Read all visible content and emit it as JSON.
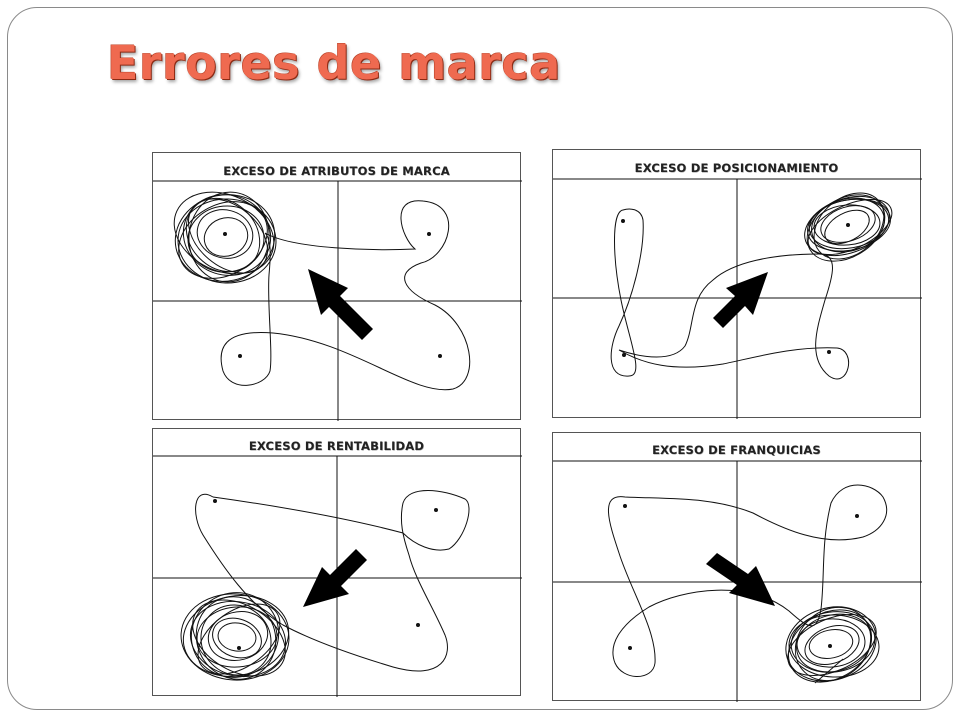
{
  "slide": {
    "title": "Errores de marca",
    "title_color": "#ef6a50"
  },
  "panels": [
    {
      "id": "atributos",
      "title": "EXCESO DE ATRIBUTOS DE MARCA",
      "arrow_direction": "up-left",
      "focus_quadrant": "top-left"
    },
    {
      "id": "posicionamiento",
      "title": "EXCESO DE POSICIONAMIENTO",
      "arrow_direction": "up-right",
      "focus_quadrant": "top-right"
    },
    {
      "id": "rentabilidad",
      "title": "EXCESO DE RENTABILIDAD",
      "arrow_direction": "down-left",
      "focus_quadrant": "bottom-left"
    },
    {
      "id": "franquicias",
      "title": "EXCESO DE FRANQUICIAS",
      "arrow_direction": "down-right",
      "focus_quadrant": "bottom-right"
    }
  ]
}
